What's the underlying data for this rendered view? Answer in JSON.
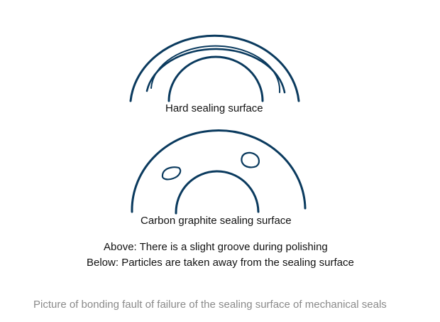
{
  "colors": {
    "stroke": "#0a3a5e",
    "text": "#111111",
    "caption": "#8a8a8a"
  },
  "labels": {
    "hard_surface": "Hard sealing surface",
    "carbon_surface": "Carbon graphite sealing surface",
    "above_note": "Above: There is a slight groove during polishing",
    "below_note": "Below: Particles are taken away from the sealing surface"
  },
  "caption": "Picture of bonding fault of failure of the sealing surface of mechanical seals"
}
